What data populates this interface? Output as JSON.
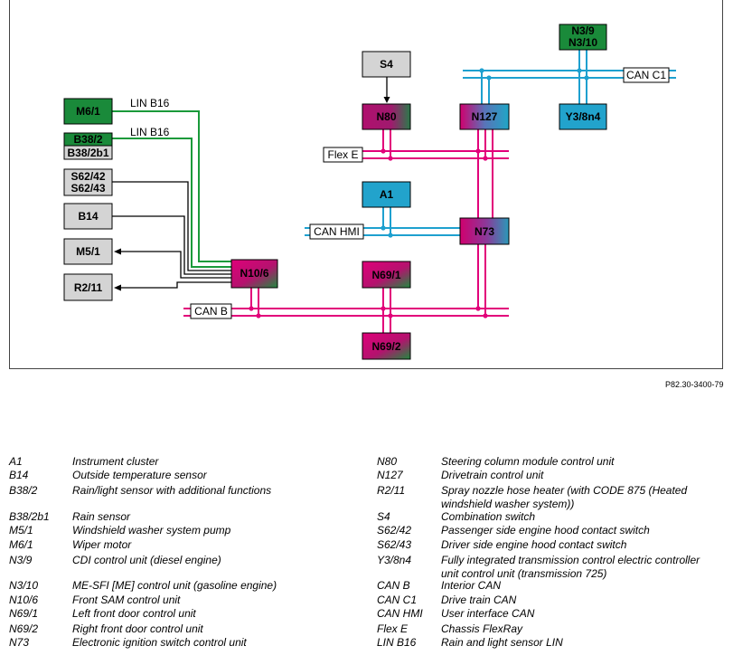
{
  "figure_ref": "P82.30-3400-79",
  "boxes": {
    "m6_1": "M6/1",
    "b38_2": "B38/2",
    "b38_2b1": "B38/2b1",
    "s62_42": "S62/42",
    "s62_43": "S62/43",
    "b14": "B14",
    "m5_1": "M5/1",
    "r2_11": "R2/11",
    "n10_6": "N10/6",
    "s4": "S4",
    "n80": "N80",
    "n127": "N127",
    "n3_9": "N3/9",
    "n3_10": "N3/10",
    "y3_8n4": "Y3/8n4",
    "a1": "A1",
    "n73": "N73",
    "n69_1": "N69/1",
    "n69_2": "N69/2"
  },
  "buses": {
    "lin_b16_top": "LIN B16",
    "lin_b16_bottom": "LIN B16",
    "can_c1": "CAN C1",
    "flex_e": "Flex E",
    "can_hmi": "CAN HMI",
    "can_b": "CAN B"
  },
  "legend_left": [
    {
      "code": "A1",
      "desc": "Instrument cluster"
    },
    {
      "code": "B14",
      "desc": "Outside temperature sensor"
    },
    {
      "code": "B38/2",
      "desc": "Rain/light sensor with additional functions"
    },
    {
      "code": "B38/2b1",
      "desc": "Rain sensor"
    },
    {
      "code": "M5/1",
      "desc": "Windshield washer system pump"
    },
    {
      "code": "M6/1",
      "desc": "Wiper motor"
    },
    {
      "code": "N3/9",
      "desc": "CDI control unit (diesel engine)"
    },
    {
      "code": "N3/10",
      "desc": "ME-SFI [ME] control unit (gasoline engine)"
    },
    {
      "code": "N10/6",
      "desc": "Front SAM control unit"
    },
    {
      "code": "N69/1",
      "desc": "Left front door control unit"
    },
    {
      "code": "N69/2",
      "desc": "Right front door control unit"
    },
    {
      "code": "N73",
      "desc": "Electronic ignition switch control unit"
    }
  ],
  "legend_right": [
    {
      "code": "N80",
      "desc": "Steering column module control unit"
    },
    {
      "code": "N127",
      "desc": "Drivetrain control unit"
    },
    {
      "code": "R2/11",
      "desc": "Spray nozzle hose heater (with CODE 875 (Heated",
      "desc2": "windshield washer system))"
    },
    {
      "code": "S4",
      "desc": "Combination switch"
    },
    {
      "code": "S62/42",
      "desc": "Passenger side engine hood contact switch"
    },
    {
      "code": "S62/43",
      "desc": "Driver side engine hood contact switch"
    },
    {
      "code": "Y3/8n4",
      "desc": "Fully integrated transmission control electric controller",
      "desc2": "unit control unit (transmission 725)"
    },
    {
      "code": "CAN B",
      "desc": "Interior CAN"
    },
    {
      "code": "CAN C1",
      "desc": "Drive train CAN"
    },
    {
      "code": "CAN HMI",
      "desc": "User interface CAN"
    },
    {
      "code": "Flex E",
      "desc": "Chassis FlexRay"
    },
    {
      "code": "LIN B16",
      "desc": "Rain and light sensor LIN"
    }
  ]
}
